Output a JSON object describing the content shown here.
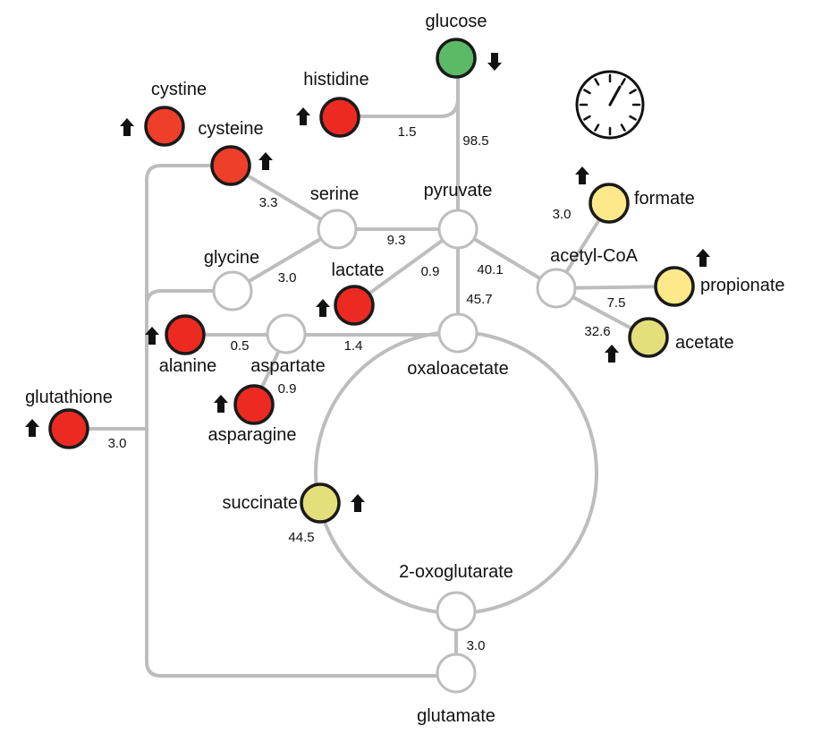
{
  "colors": {
    "green": "#5cba67",
    "red": "#ec2a22",
    "red_orange": "#ef3e2a",
    "yellow": "#fde98a",
    "olive_yellow": "#e3e07c",
    "edge": "#bdbdbd"
  },
  "metabolites": {
    "glucose": "glucose",
    "histidine": "histidine",
    "cystine": "cystine",
    "cysteine": "cysteine",
    "serine": "serine",
    "pyruvate": "pyruvate",
    "formate": "formate",
    "acetyl_coa": "acetyl-CoA",
    "propionate": "propionate",
    "acetate": "acetate",
    "glycine": "glycine",
    "lactate": "lactate",
    "alanine": "alanine",
    "aspartate": "aspartate",
    "asparagine": "asparagine",
    "oxaloacetate": "oxaloacetate",
    "glutathione": "glutathione",
    "succinate": "succinate",
    "oxoglutarate": "2-oxoglutarate",
    "glutamate": "glutamate"
  },
  "fluxes": {
    "histidine_pyruvate": "1.5",
    "glucose_pyruvate": "98.5",
    "cysteine_serine": "3.3",
    "serine_pyruvate": "9.3",
    "glycine_serine": "3.0",
    "lactate_pyruvate": "0.9",
    "pyruvate_acetylcoa": "40.1",
    "pyruvate_oxaloacetate": "45.7",
    "formate": "3.0",
    "propionate": "7.5",
    "acetate": "32.6",
    "alanine": "0.5",
    "aspartate_oxaloacetate": "1.4",
    "asparagine": "0.9",
    "glutathione": "3.0",
    "succinate": "44.5",
    "oxoglutarate_glutamate": "3.0"
  },
  "trends": {
    "glucose": "down",
    "histidine": "up",
    "cystine": "up",
    "cysteine": "up",
    "formate": "up",
    "propionate": "up",
    "acetate": "up",
    "lactate": "up",
    "alanine": "up",
    "asparagine": "up",
    "glutathione": "up",
    "succinate": "up"
  },
  "icons": {
    "timer": "clock-gauge-icon",
    "arrow_up": "arrow-up-icon",
    "arrow_down": "arrow-down-icon"
  }
}
